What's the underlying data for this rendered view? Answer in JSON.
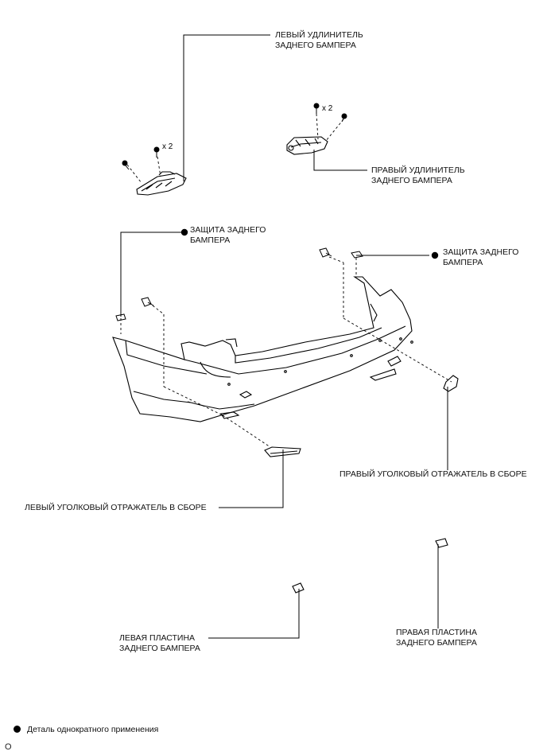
{
  "labels": {
    "left_extension": [
      "ЛЕВЫЙ УДЛИНИТЕЛЬ",
      "ЗАДНЕГО БАМПЕРА"
    ],
    "right_extension": [
      "ПРАВЫЙ УДЛИНИТЕЛЬ",
      "ЗАДНЕГО БАМПЕРА"
    ],
    "left_guard": [
      "ЗАЩИТА ЗАДНЕГО",
      "БАМПЕРА"
    ],
    "right_guard": [
      "ЗАЩИТА ЗАДНЕГО",
      "БАМПЕРА"
    ],
    "right_reflector": "ПРАВЫЙ УГОЛКОВЫЙ ОТРАЖАТЕЛЬ В СБОРЕ",
    "left_reflector": "ЛЕВЫЙ УГОЛКОВЫЙ ОТРАЖАТЕЛЬ В СБОРЕ",
    "left_plate": [
      "ЛЕВАЯ ПЛАСТИНА",
      "ЗАДНЕГО БАМПЕРА"
    ],
    "right_plate": [
      "ПРАВАЯ ПЛАСТИНА",
      "ЗАДНЕГО БАМПЕРА"
    ]
  },
  "quantity_marks": {
    "left_extension_bolts": "x 2",
    "right_extension_bolts": "x 2"
  },
  "legend": {
    "text": "Деталь однократного применения"
  },
  "figure_code": "O"
}
